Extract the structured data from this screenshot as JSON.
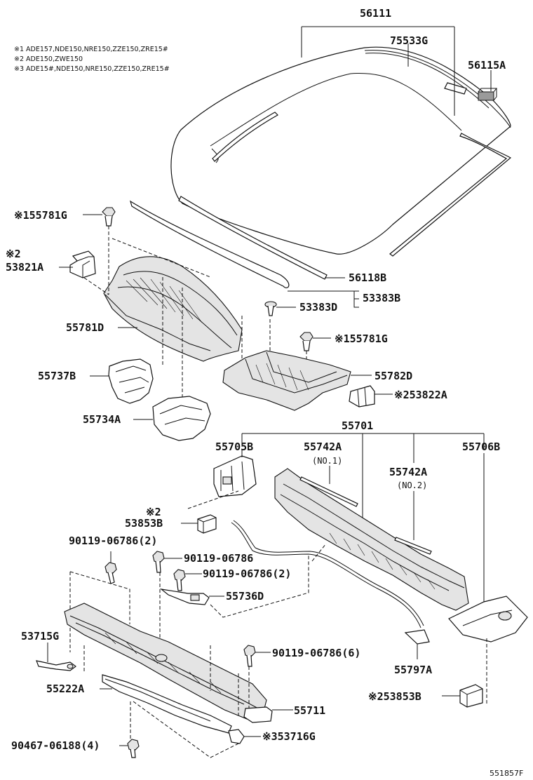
{
  "notes": [
    "※1 ADE157,NDE150,NRE150,ZZE150,ZRE15#",
    "※2 ADE150,ZWE150",
    "※3 ADE15#,NDE150,NRE150,ZZE150,ZRE15#"
  ],
  "labels": {
    "p56111": "56111",
    "p75533G": "75533G",
    "p56115A": "56115A",
    "p55781G_a": "※155781G",
    "p53821A_mark": "※2",
    "p53821A": "53821A",
    "p56118B": "56118B",
    "p53383D": "53383D",
    "p53383B": "53383B",
    "p55781D": "55781D",
    "p55781G_b": "※155781G",
    "p55737B": "55737B",
    "p55782D": "55782D",
    "p53822A": "※253822A",
    "p55734A": "55734A",
    "p55701": "55701",
    "p55705B": "55705B",
    "p55742A_1": "55742A",
    "p55742A_1_sub": "(NO.1)",
    "p55706B": "55706B",
    "p55742A_2": "55742A",
    "p55742A_2_sub": "(NO.2)",
    "p53853B_a_mark": "※2",
    "p53853B_a": "53853B",
    "p90119_a": "90119-06786(2)",
    "p90119_b": "90119-06786",
    "p90119_c": "90119-06786(2)",
    "p55736D": "55736D",
    "p53715G": "53715G",
    "p90119_d": "90119-06786(6)",
    "p55797A": "55797A",
    "p55222A": "55222A",
    "p55711": "55711",
    "p53853B_b": "※253853B",
    "p90467": "90467-06188(4)",
    "p53716G": "※353716G"
  },
  "reference": "551857F"
}
